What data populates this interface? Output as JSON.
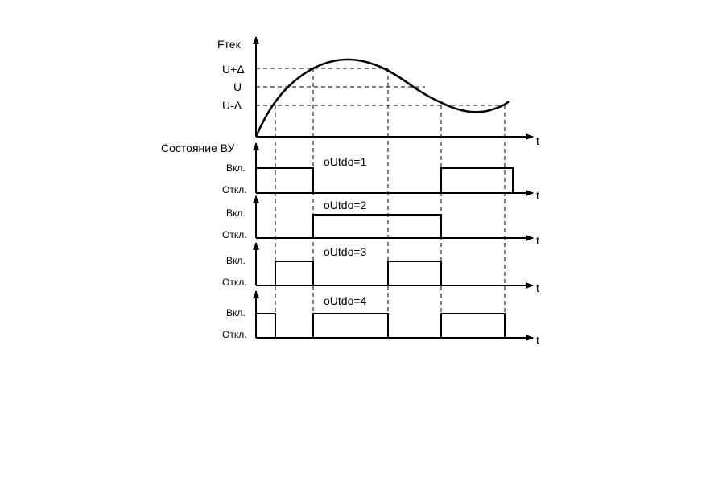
{
  "top": {
    "y_label": "Fтек",
    "levels": [
      "U+Δ",
      "U",
      "U-Δ"
    ],
    "t_label": "t"
  },
  "state_label": "Состояние ВУ",
  "on_label": "Вкл.",
  "off_label": "Откл.",
  "t_label": "t",
  "modes": [
    {
      "label": "oUtdo=1"
    },
    {
      "label": "oUtdo=2"
    },
    {
      "label": "oUtdo=3"
    },
    {
      "label": "oUtdo=4"
    }
  ]
}
